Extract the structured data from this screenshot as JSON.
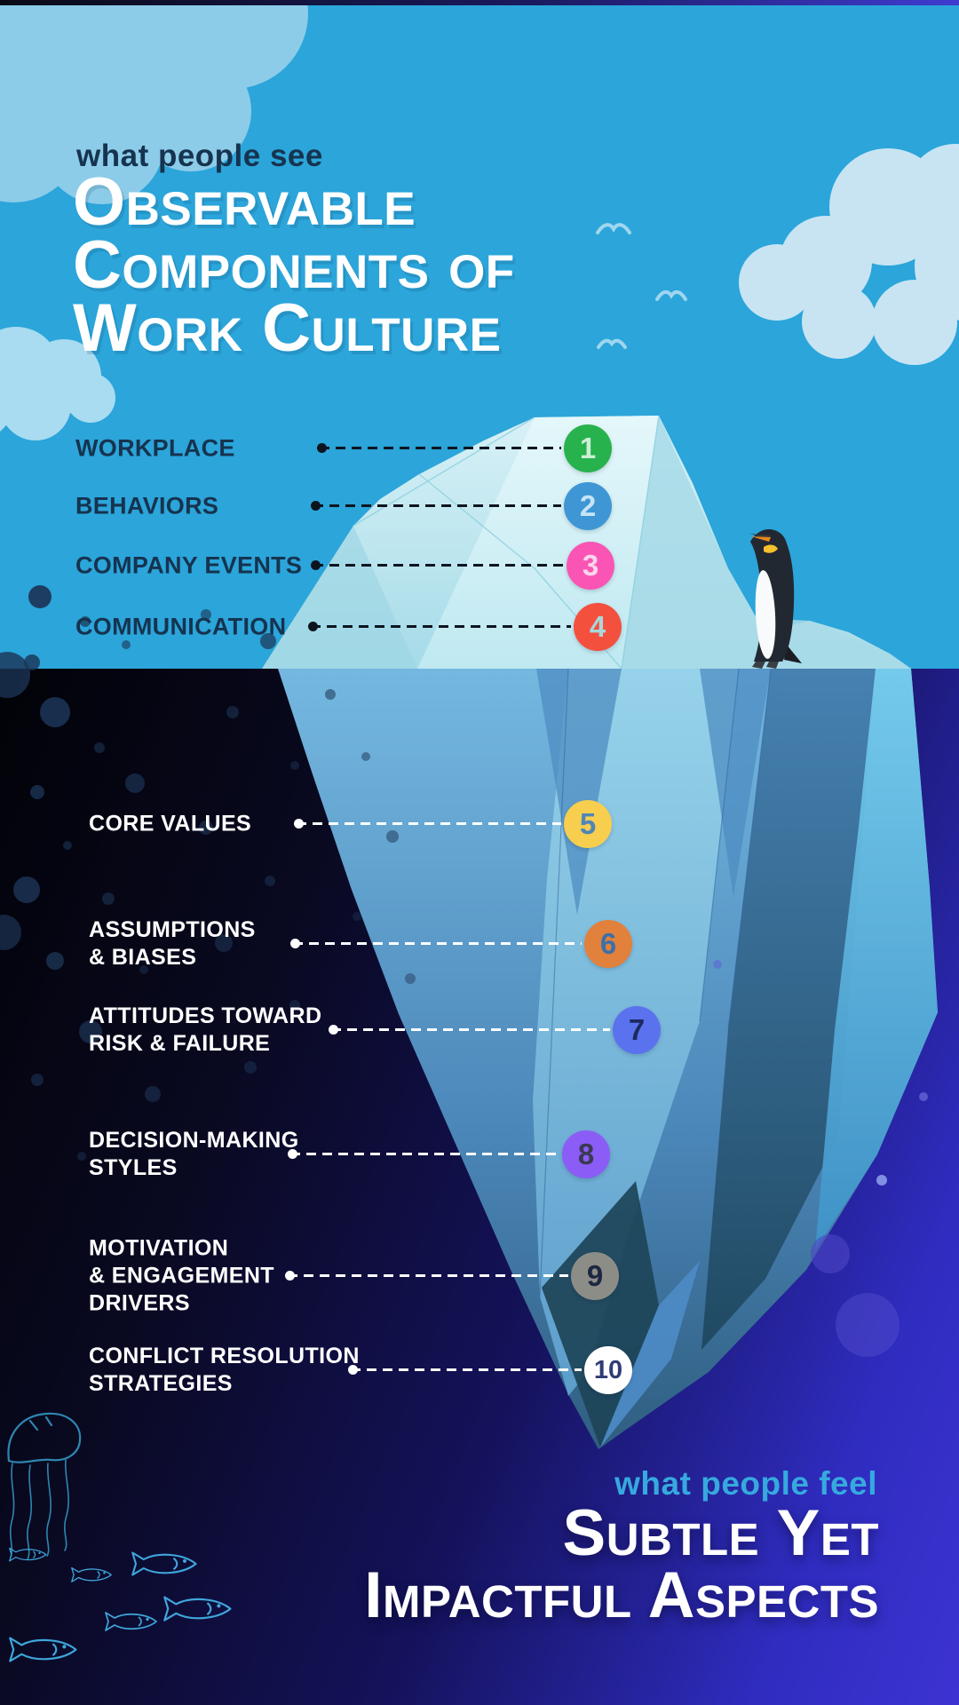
{
  "sky": {
    "kicker": "what people see",
    "title_lines": [
      "Observable",
      "Components of",
      "Work Culture"
    ]
  },
  "ocean": {
    "kicker": "what people feel",
    "title_lines": [
      "Subtle Yet",
      "Impactful Aspects"
    ]
  },
  "items_above": [
    {
      "number": "1",
      "label": "WORKPLACE",
      "color": "#27B24E",
      "number_color": "#CDEFD6"
    },
    {
      "number": "2",
      "label": "BEHAVIORS",
      "color": "#3E97D4",
      "number_color": "#C6E4F7"
    },
    {
      "number": "3",
      "label": "COMPANY EVENTS",
      "color": "#FA55B4",
      "number_color": "#FBD5EE"
    },
    {
      "number": "4",
      "label": "COMMUNICATION",
      "color": "#F4503E",
      "number_color": "#A9D8DB"
    }
  ],
  "items_below": [
    {
      "number": "5",
      "label": "CORE VALUES",
      "color": "#F7CE4E",
      "number_color": "#4E86B8"
    },
    {
      "number": "6",
      "label": "ASSUMPTIONS\n& BIASES",
      "color": "#E2813B",
      "number_color": "#3C6FA8"
    },
    {
      "number": "7",
      "label": "ATTITUDES TOWARD\nRISK & FAILURE",
      "color": "#5B72EE",
      "number_color": "#1C2B5E"
    },
    {
      "number": "8",
      "label": "DECISION-MAKING\nSTYLES",
      "color": "#8B5CF6",
      "number_color": "#3A3A52"
    },
    {
      "number": "9",
      "label": "MOTIVATION\n& ENGAGEMENT\nDRIVERS",
      "color": "#8D8D88",
      "number_color": "#1E2742"
    },
    {
      "number": "10",
      "label": "CONFLICT RESOLUTION\nSTRATEGIES",
      "color": "#FFFFFF",
      "number_color": "#2F3C74"
    }
  ],
  "colors": {
    "sky_bg": "#2BA5DA",
    "label_dark": "#16334F",
    "label_light": "#FFFFFF",
    "ocean_kicker": "#36A9DE",
    "dash_dark": "#0D1420",
    "dash_light": "#FFFFFF",
    "iceberg_above": "#ACDFEA",
    "iceberg_below_deep": "#1D4458",
    "ocean_right_indigo": "#3B32D2"
  },
  "decor": {
    "penguin": "penguin-illustration",
    "clouds": "cloud-shapes",
    "birds": "seagull-marks",
    "bubbles": "bubble-dots",
    "jellyfish": "jellyfish-outline",
    "fish": "fish-school-outlines"
  }
}
